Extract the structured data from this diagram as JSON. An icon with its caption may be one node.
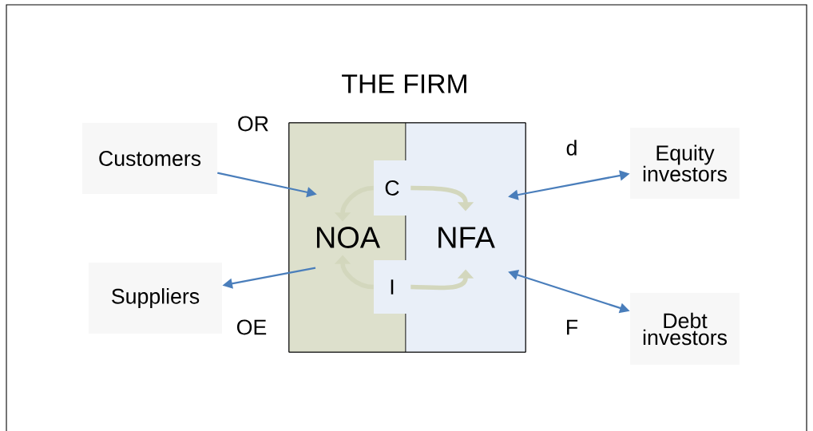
{
  "diagram": {
    "nodes": [
      {
        "text": [
          "THE FIRM"
        ]
      },
      {
        "text": [
          "NOA"
        ],
        "in": 0
      },
      {
        "text": [
          "NFA"
        ],
        "in": 0
      },
      {
        "text": [
          "Customers"
        ]
      },
      {
        "text": [
          "Suppliers"
        ]
      },
      {
        "text": [
          "Equity investors"
        ]
      },
      {
        "text": [
          "Debt investors"
        ]
      },
      {
        "text": [
          "C"
        ],
        "in": 0
      },
      {
        "text": [
          "I"
        ],
        "in": 0
      }
    ],
    "edges": [
      {
        "from": 3,
        "to": 1,
        "arrow": "to",
        "label": "OR"
      },
      {
        "from": 1,
        "to": 4,
        "arrow": "to",
        "label": "OE"
      },
      {
        "from": 2,
        "to": 5,
        "arrow": "both",
        "label": "d"
      },
      {
        "from": 2,
        "to": 6,
        "arrow": "both",
        "label": "F"
      },
      {
        "from": 7,
        "to": 1,
        "arrow": "to",
        "style": "thick",
        "color": "#d3d7bd"
      },
      {
        "from": 7,
        "to": 2,
        "arrow": "to",
        "style": "thick",
        "color": "#d3d7bd"
      },
      {
        "from": 8,
        "to": 1,
        "arrow": "to",
        "style": "thick",
        "color": "#d3d7bd"
      },
      {
        "from": 8,
        "to": 2,
        "arrow": "to",
        "style": "thick",
        "color": "#d3d7bd"
      }
    ]
  }
}
